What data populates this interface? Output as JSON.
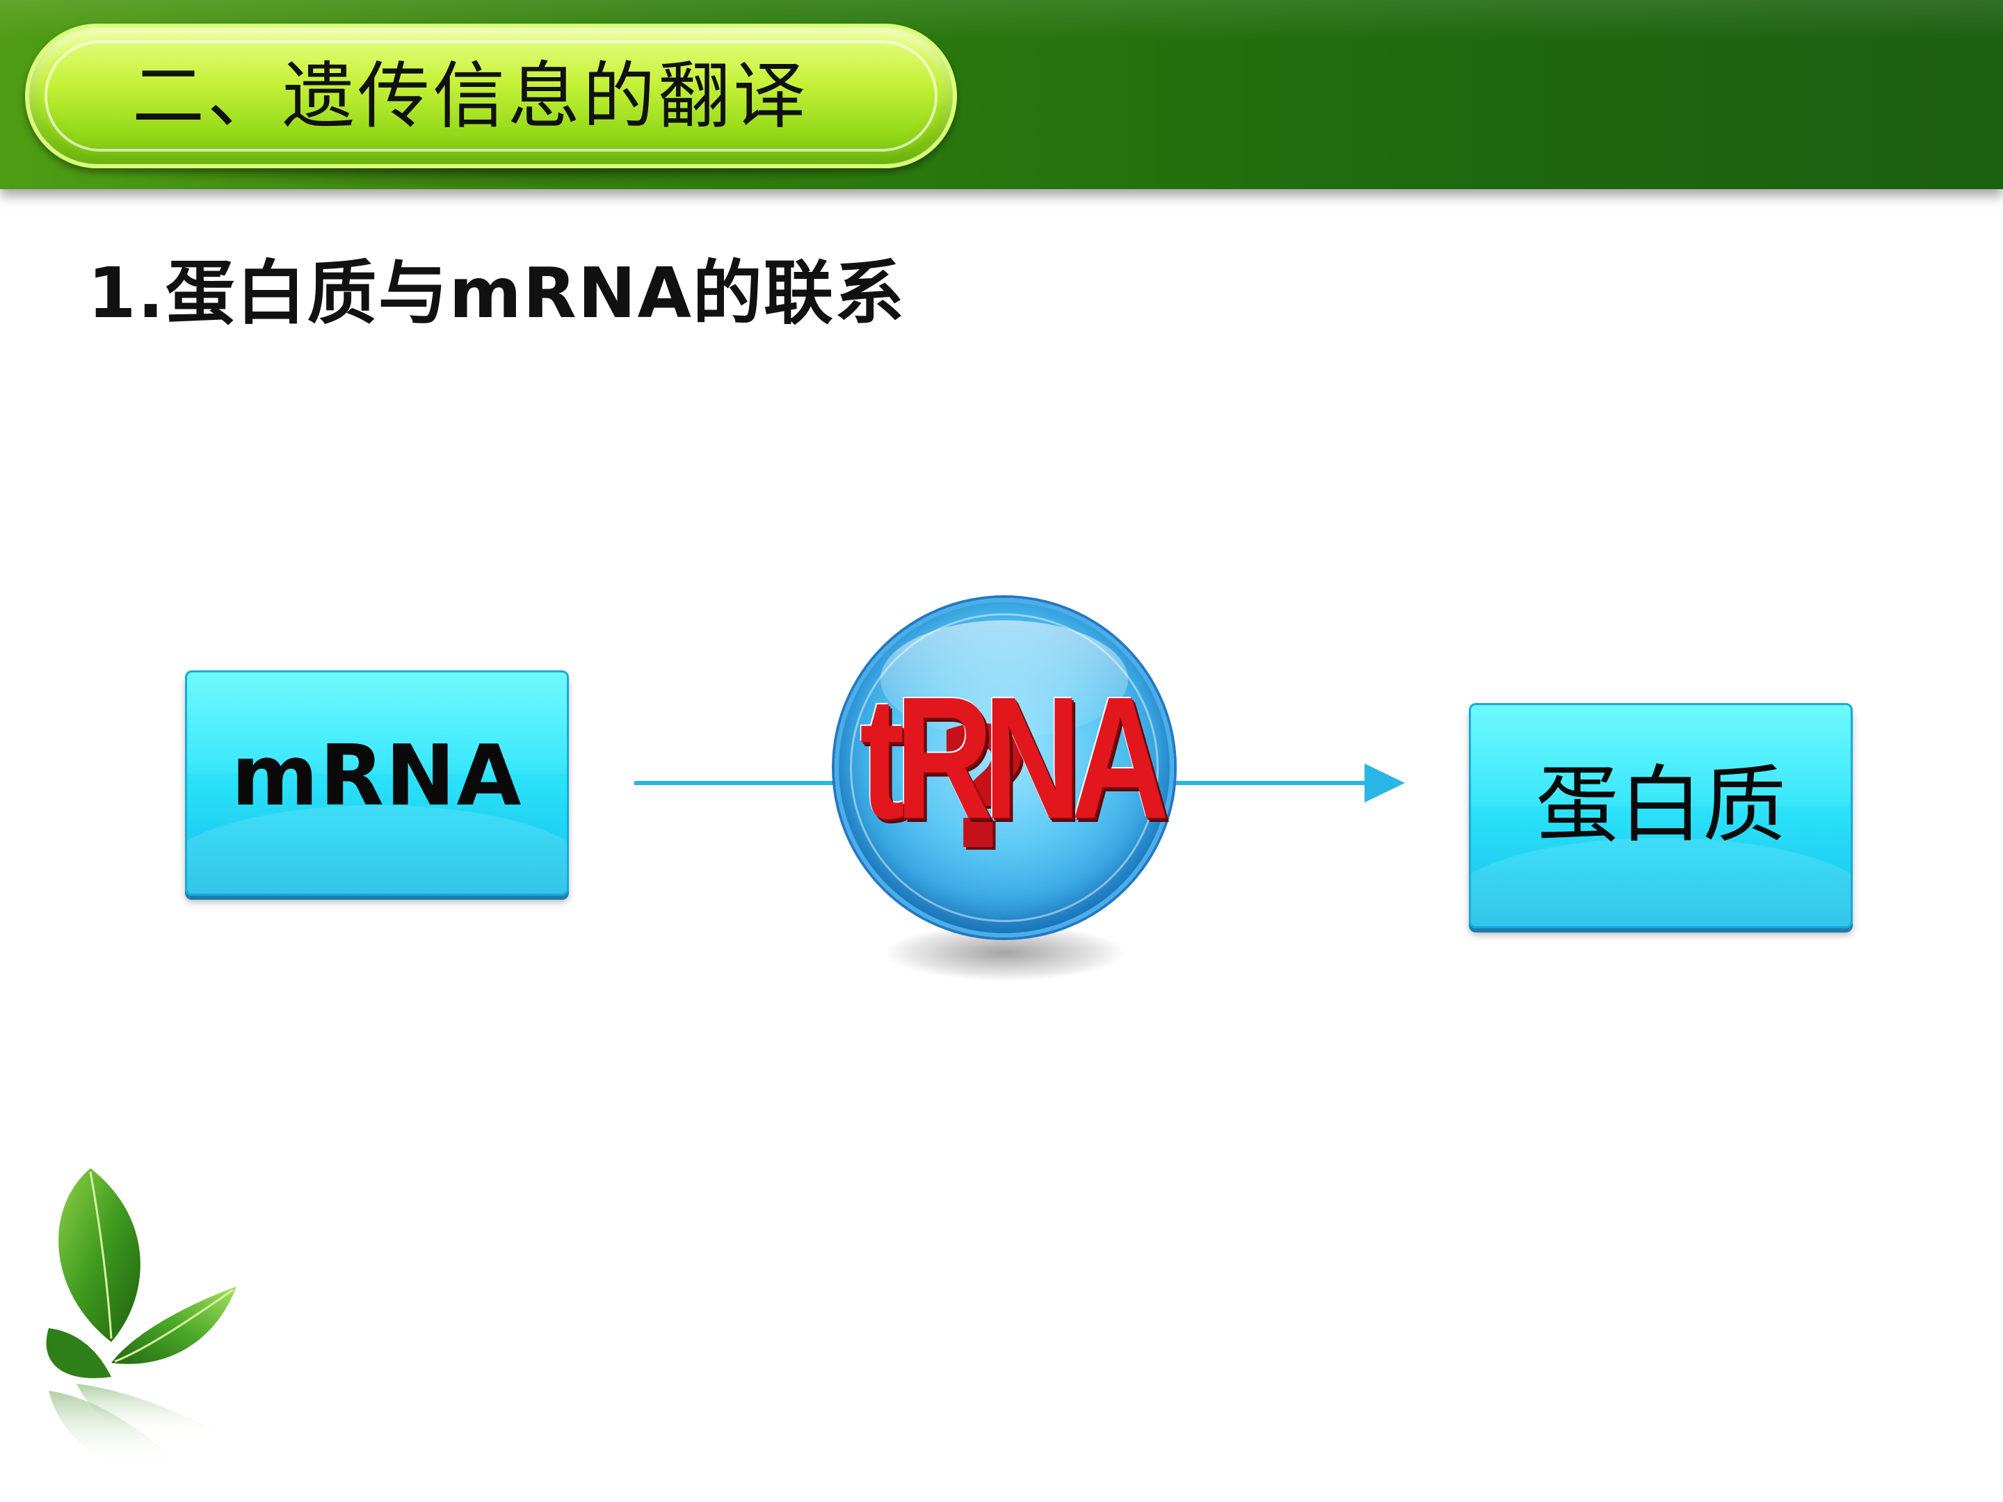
{
  "slide": {
    "title": "二、遗传信息的翻译",
    "subtitle": "1.蛋白质与mRNA的联系"
  },
  "diagram": {
    "source_box": "mRNA",
    "mediator": "tRNA",
    "mediator_mark": "?",
    "target_box": "蛋白质"
  },
  "colors": {
    "banner_green": "#2f7d0d",
    "pill_green": "#98db1b",
    "box_cyan": "#2fe7fb",
    "arrow_blue": "#29b5e6",
    "sphere_blue": "#2a9bdd",
    "trna_red": "#e2171d"
  }
}
